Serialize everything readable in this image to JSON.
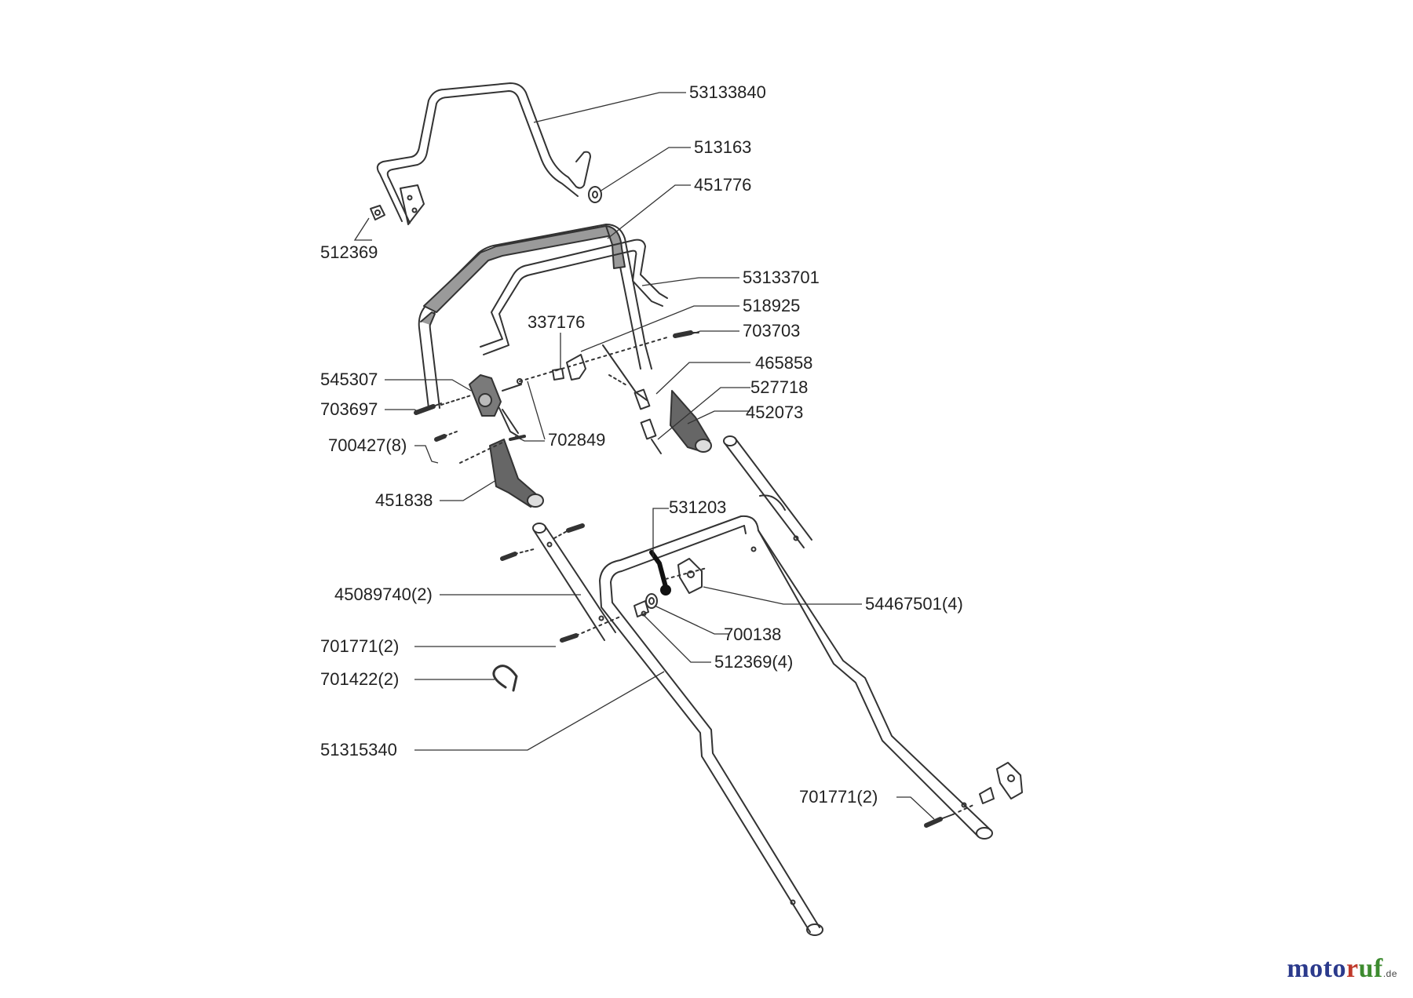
{
  "diagram": {
    "labels": [
      {
        "id": "a",
        "text": "53133840"
      },
      {
        "id": "b",
        "text": "513163"
      },
      {
        "id": "c",
        "text": "451776"
      },
      {
        "id": "d",
        "text": "512369"
      },
      {
        "id": "e",
        "text": "53133701"
      },
      {
        "id": "f",
        "text": "518925"
      },
      {
        "id": "g",
        "text": "337176"
      },
      {
        "id": "h",
        "text": "703703"
      },
      {
        "id": "i",
        "text": "465858"
      },
      {
        "id": "j",
        "text": "545307"
      },
      {
        "id": "k",
        "text": "527718"
      },
      {
        "id": "l",
        "text": "703697"
      },
      {
        "id": "m",
        "text": "452073"
      },
      {
        "id": "n",
        "text": "700427(8)"
      },
      {
        "id": "o",
        "text": "702849"
      },
      {
        "id": "p",
        "text": "451838"
      },
      {
        "id": "q",
        "text": "531203"
      },
      {
        "id": "r",
        "text": "45089740(2)"
      },
      {
        "id": "s",
        "text": "54467501(4)"
      },
      {
        "id": "t",
        "text": "700138"
      },
      {
        "id": "u",
        "text": "701771(2)"
      },
      {
        "id": "v",
        "text": "512369(4)"
      },
      {
        "id": "w",
        "text": "701422(2)"
      },
      {
        "id": "x",
        "text": "51315340"
      },
      {
        "id": "y",
        "text": "701771(2)"
      }
    ]
  },
  "watermark": {
    "text_main": "motoruf",
    "text_suffix": ".de",
    "colors": {
      "moto": "#2b3a8c",
      "r": "#c0392b",
      "uf": "#3d8b2f"
    }
  }
}
